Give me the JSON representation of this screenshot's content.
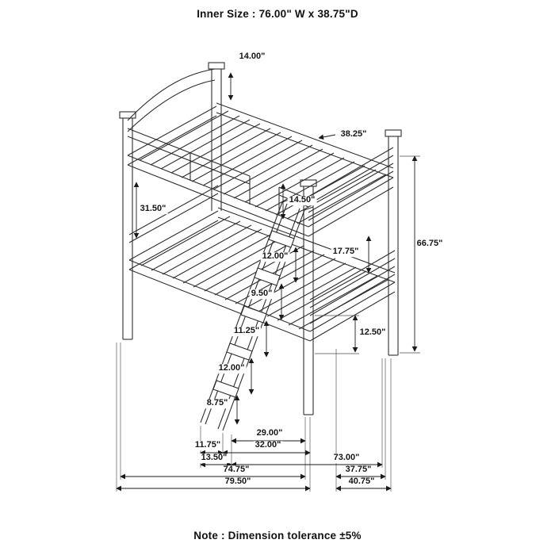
{
  "page": {
    "title": "Inner Size : 76.00\" W x  38.75\"D",
    "note": "Note : Dimension tolerance ±5%"
  },
  "drawing": {
    "subject": "twin-over-twin bunk bed with angled front ladder, wireframe isometric technical drawing",
    "line_color": "#2e2e2e",
    "background": "#ffffff"
  },
  "dimensions": {
    "headboard_panel_height": "14.00\"",
    "top_bunk_end_width": "38.25\"",
    "side_rail_spacing": "31.50\"",
    "guard_rail_height": "14.50\"",
    "ladder_step_1": "12.00\"",
    "ladder_step_2": "9.50\"",
    "ladder_step_3": "11.25\"",
    "ladder_step_4": "12.00\"",
    "ladder_step_5": "8.75\"",
    "foot_panel_height": "17.75\"",
    "leg_height": "12.50\"",
    "overall_height": "66.75\"",
    "ladder_span": "29.00\"",
    "ladder_reach": "32.00\"",
    "ladder_offset": "11.75\"",
    "ladder_depth": "13.50\"",
    "frame_length": "73.00\"",
    "bed_length_inner": "74.75\"",
    "end_width_inner": "37.75\"",
    "overall_length": "79.50\"",
    "overall_width": "40.75\""
  }
}
